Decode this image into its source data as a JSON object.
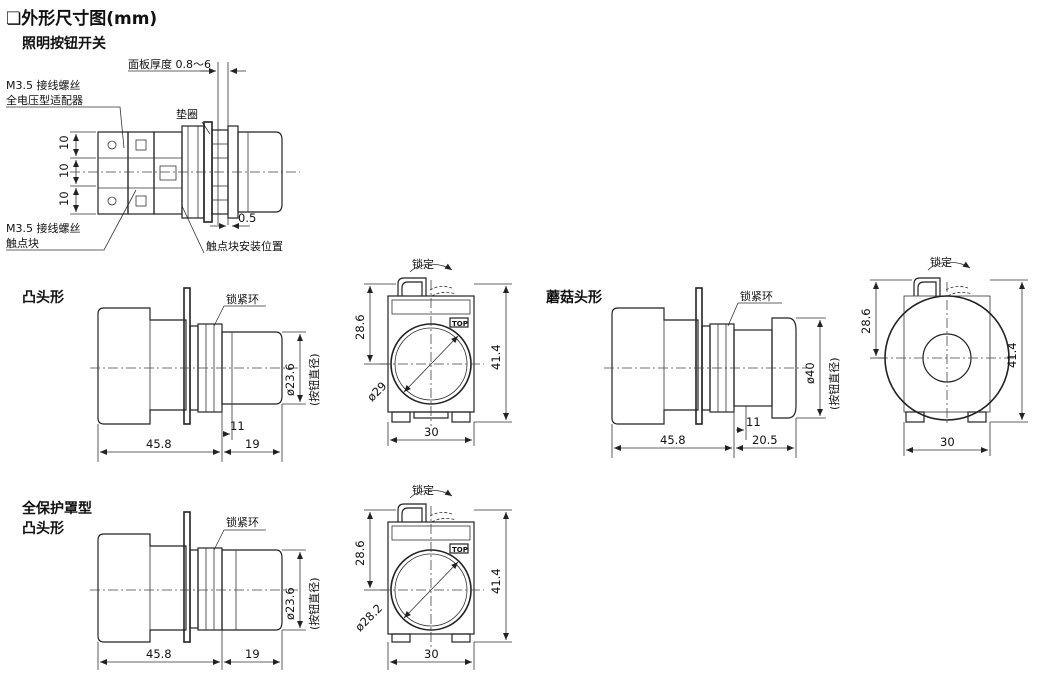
{
  "header": {
    "title": "❏外形尺寸图(mm)"
  },
  "section_illuminated": {
    "title": "照明按钮开关",
    "label_panel": "面板厚度 0.8～6",
    "label_screw_adapter_line1": "M3.5 接线螺丝",
    "label_screw_adapter_line2": "全电压型适配器",
    "label_gasket": "垫圈",
    "label_screw_block_line1": "M3.5 接线螺丝",
    "label_screw_block_line2": "触点块",
    "label_mount_pos": "触点块安装位置",
    "dim_10": "10",
    "dim_05": "0.5"
  },
  "section_flush": {
    "title": "凸头形",
    "label_lock_ring": "锁紧环",
    "label_lock": "锁定",
    "dim_len": "45.8",
    "dim_11": "11",
    "dim_19": "19",
    "dim_dia": "ø23.6",
    "dim_dia_note": "(按钮直径)",
    "dim_286": "28.6",
    "dim_414": "41.4",
    "dim_29": "ø29",
    "dim_30": "30",
    "top_mark": "TOP"
  },
  "section_mushroom": {
    "title": "蘑菇头形",
    "label_lock_ring": "锁紧环",
    "label_lock": "锁定",
    "dim_len": "45.8",
    "dim_11": "11",
    "dim_205": "20.5",
    "dim_dia": "ø40",
    "dim_dia_note": "(按钮直径)",
    "dim_286": "28.6",
    "dim_414": "41.4",
    "dim_30": "30"
  },
  "section_guarded": {
    "title_line1": "全保护罩型",
    "title_line2": "凸头形",
    "label_lock_ring": "锁紧环",
    "label_lock": "锁定",
    "dim_len": "45.8",
    "dim_19": "19",
    "dim_dia": "ø23.6",
    "dim_dia_note": "(按钮直径)",
    "dim_286": "28.6",
    "dim_414": "41.4",
    "dim_282": "ø28.2",
    "dim_30": "30",
    "top_mark": "TOP"
  }
}
